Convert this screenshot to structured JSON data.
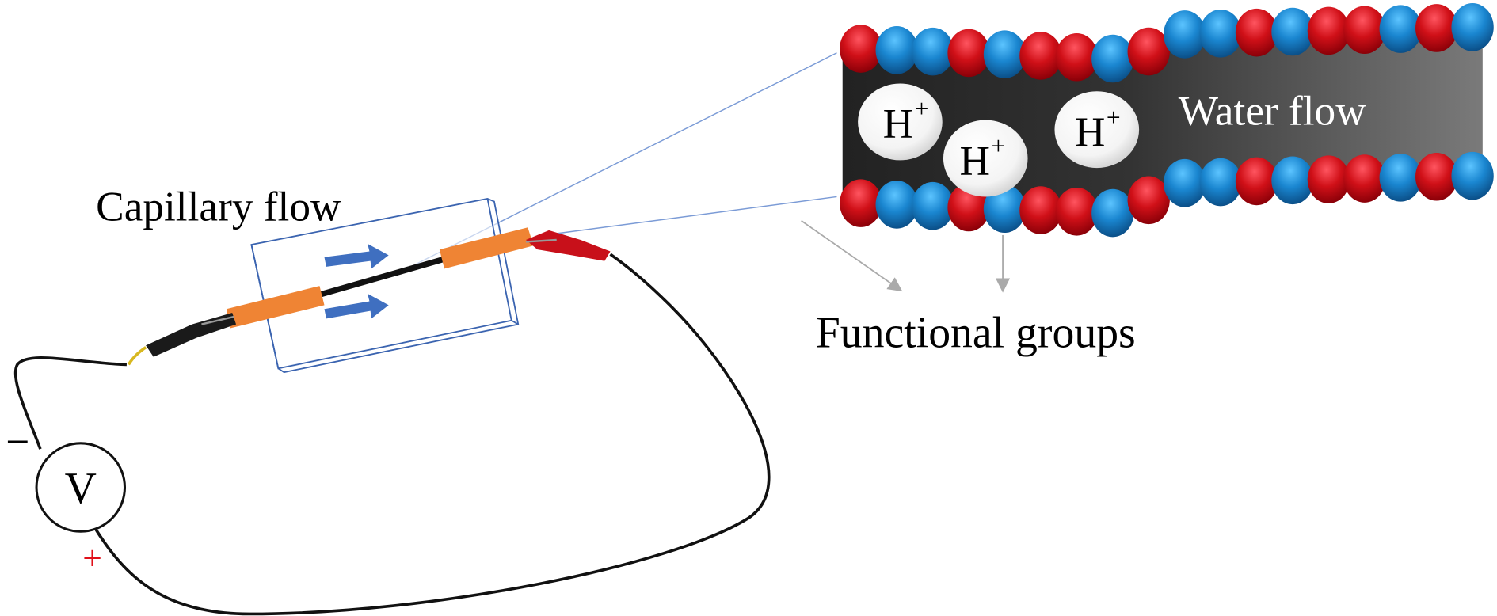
{
  "labels": {
    "capillary_flow": "Capillary flow",
    "water_flow": "Water flow",
    "functional_groups": "Functional groups",
    "proton": "H",
    "proton_charge": "+",
    "voltmeter": "V",
    "negative_terminal": "−",
    "positive_terminal": "+"
  },
  "colors": {
    "bead_red": "#c8101a",
    "bead_blue": "#1a86d0",
    "sleeve_orange": "#ef8434",
    "arrow_blue": "#3f6fc0",
    "positive_red": "#e0101a"
  }
}
